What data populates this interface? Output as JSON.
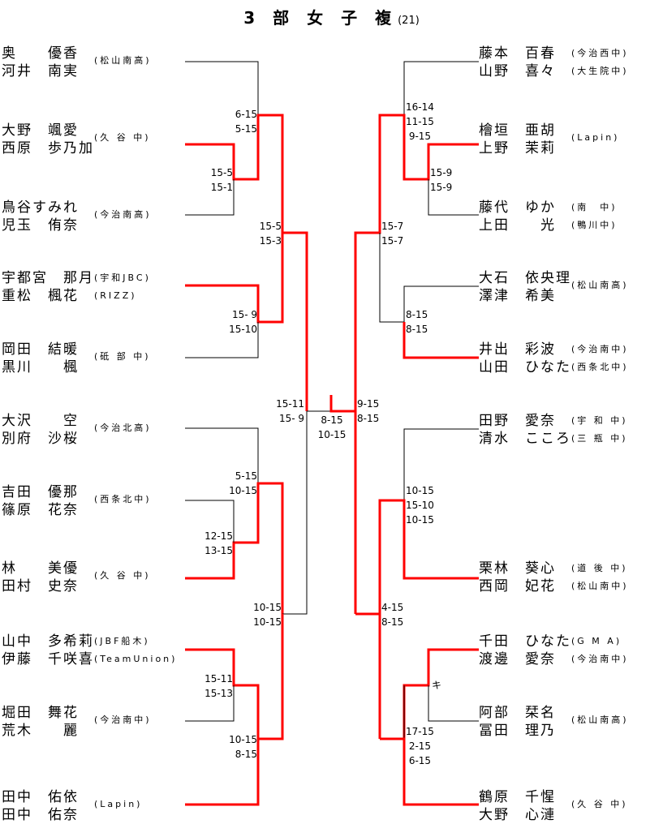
{
  "title": {
    "main": "3部女子複",
    "count": "(21)"
  },
  "colors": {
    "winner_line": "#ff0000",
    "line": "#000000"
  },
  "left_teams": [
    {
      "p1": "奥　　優香",
      "p2": "河井　南実",
      "club1": "(松山南高)",
      "club2": ""
    },
    {
      "p1": "大野　颯愛",
      "p2": "西原　歩乃加",
      "club1": "(久 谷 中)",
      "club2": ""
    },
    {
      "p1": "鳥谷すみれ",
      "p2": "児玉　侑奈",
      "club1": "(今治南高)",
      "club2": ""
    },
    {
      "p1": "宇都宮　那月",
      "p2": "重松　楓花",
      "club1": "(宇和JBC)",
      "club2": "(RIZZ)"
    },
    {
      "p1": "岡田　結暖",
      "p2": "黒川　　楓",
      "club1": "(砥 部 中)",
      "club2": ""
    },
    {
      "p1": "大沢　　空",
      "p2": "別府　沙桜",
      "club1": "(今治北高)",
      "club2": ""
    },
    {
      "p1": "吉田　優那",
      "p2": "篠原　花奈",
      "club1": "(西条北中)",
      "club2": ""
    },
    {
      "p1": "林　　美優",
      "p2": "田村　史奈",
      "club1": "(久 谷 中)",
      "club2": ""
    },
    {
      "p1": "山中　多希莉",
      "p2": "伊藤　千咲喜",
      "club1": "(JBF船木)",
      "club2": "(TeamUnion)"
    },
    {
      "p1": "堀田　舞花",
      "p2": "荒木　　麗",
      "club1": "(今治南中)",
      "club2": ""
    },
    {
      "p1": "田中　佑依",
      "p2": "田中　佑奈",
      "club1": "(Lapin)",
      "club2": ""
    }
  ],
  "right_teams": [
    {
      "p1": "藤本　百春",
      "p2": "山野　喜々",
      "club1": "(今治西中)",
      "club2": "(大生院中)"
    },
    {
      "p1": "檜垣　亜胡",
      "p2": "上野　茉莉",
      "club1": "(Lapin)",
      "club2": ""
    },
    {
      "p1": "藤代　ゆか",
      "p2": "上田　　光",
      "club1": "(南　中)",
      "club2": "(鴨川中)"
    },
    {
      "p1": "大石　依央理",
      "p2": "澤津　希美",
      "club1": "(松山南高)",
      "club2": ""
    },
    {
      "p1": "井出　彩波",
      "p2": "山田　ひなた",
      "club1": "(今治南中)",
      "club2": "(西条北中)"
    },
    {
      "p1": "田野　愛奈",
      "p2": "清水　こころ",
      "club1": "(宇 和 中)",
      "club2": "(三 瓶 中)"
    },
    {
      "p1": "栗林　葵心",
      "p2": "西岡　妃花",
      "club1": "(道 後 中)",
      "club2": "(松山南中)"
    },
    {
      "p1": "千田　ひなた",
      "p2": "渡邊　愛奈",
      "club1": "(G M A)",
      "club2": "(今治南中)"
    },
    {
      "p1": "阿部　栞名",
      "p2": "冨田　理乃",
      "club1": "(松山南高)",
      "club2": ""
    },
    {
      "p1": "鶴原　千惺",
      "p2": "大野　心漣",
      "club1": "(久 谷 中)",
      "club2": ""
    }
  ],
  "scores": {
    "l_r1_a": "6-15\n5-15",
    "l_r1_b": "15-5\n15-1",
    "l_r2_a": "15-5\n15-3",
    "l_r1_c": "15- 9\n15-10",
    "l_sf": "15-11\n15- 9",
    "l_r1_d": "5-15\n10-15",
    "l_r1_e": "12-15\n13-15",
    "l_r2_b": "10-15\n10-15",
    "l_r1_f": "15-11\n15-13",
    "l_r1_g": "10-15\n8-15",
    "final": "8-15\n10-15",
    "r_sf": "9-15\n8-15",
    "r_r1_a": "16-14\n11-15\n 9-15",
    "r_r1_b": "15-9\n15-9",
    "r_r2_a": "15-7\n15-7",
    "r_r1_c": "8-15\n8-15",
    "r_r1_d": "10-15\n15-10\n10-15",
    "r_r2_b": "4-15\n8-15",
    "r_r1_e": "キ",
    "r_r1_f": "17-15\n 2-15\n 6-15"
  }
}
